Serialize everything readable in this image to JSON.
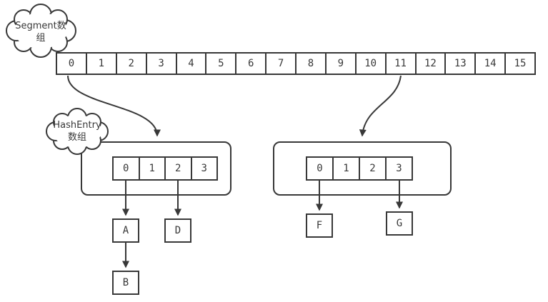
{
  "colors": {
    "stroke": "#383838",
    "background": "#ffffff"
  },
  "segment_cloud": {
    "lines": [
      "Segment数",
      "组"
    ]
  },
  "hashentry_cloud": {
    "lines": [
      "HashEntry",
      "数组"
    ]
  },
  "segment_array": {
    "cells": [
      "0",
      "1",
      "2",
      "3",
      "4",
      "5",
      "6",
      "7",
      "8",
      "9",
      "10",
      "11",
      "12",
      "13",
      "14",
      "15"
    ]
  },
  "left_bucket": {
    "cells": [
      "0",
      "1",
      "2",
      "3"
    ],
    "nodes": {
      "a": "A",
      "d": "D",
      "b": "B"
    }
  },
  "right_bucket": {
    "cells": [
      "0",
      "1",
      "2",
      "3"
    ],
    "nodes": {
      "f": "F",
      "g": "G"
    }
  }
}
